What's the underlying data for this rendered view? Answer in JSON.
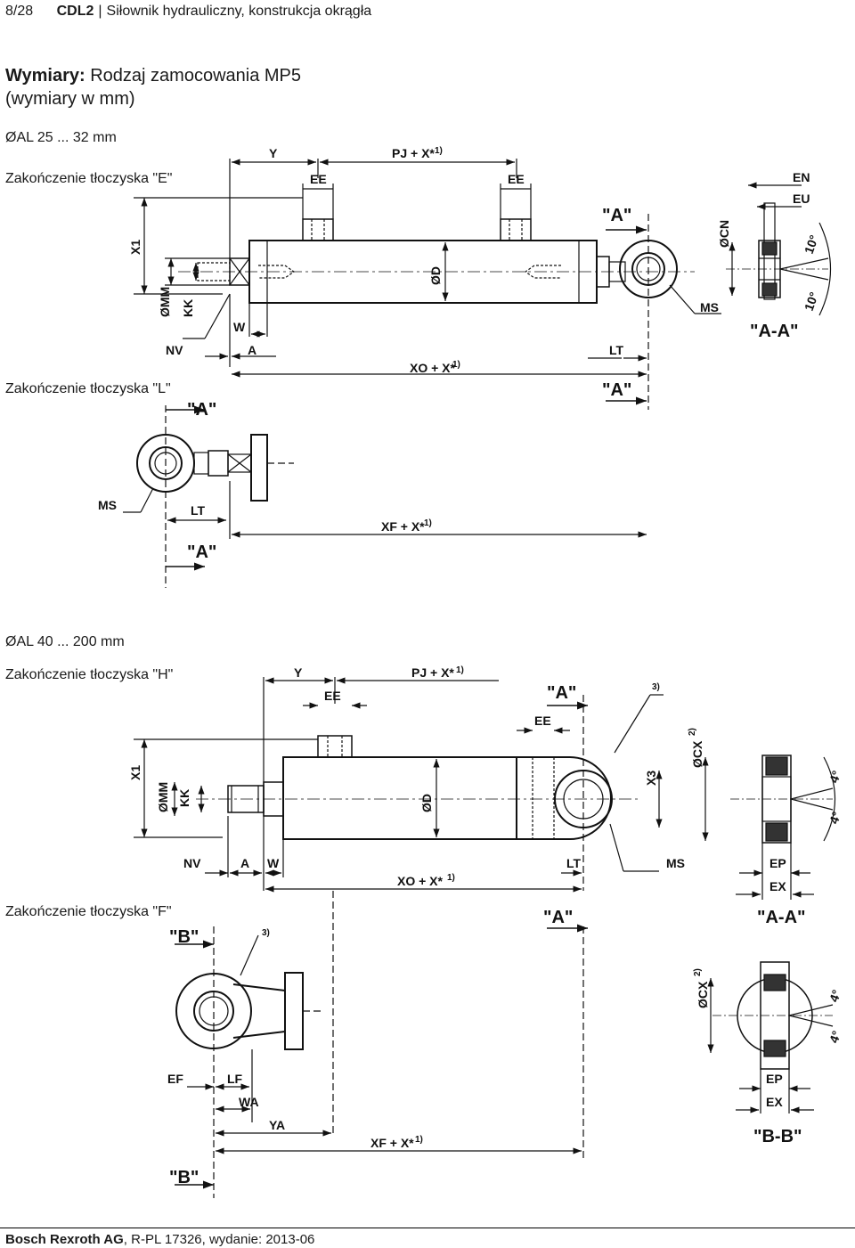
{
  "header": {
    "page": "8/28",
    "product": "CDL2",
    "subtitle": "Siłownik hydrauliczny, konstrukcja okrągła"
  },
  "title": {
    "bold": "Wymiary:",
    "rest": "Rodzaj zamocowania MP5",
    "line2": "(wymiary w mm)"
  },
  "section1": {
    "range": "ØAL 25 ... 32 mm",
    "caption_e": "Zakończenie tłoczyska \"E\"",
    "caption_l": "Zakończenie tłoczyska \"L\"",
    "dims": {
      "y": "Y",
      "pj": "PJ + X*",
      "note1": "1)",
      "ee1": "EE",
      "ee2": "EE",
      "a_ref": "\"A\"",
      "x1": "X1",
      "mm": "ØMM",
      "kk": "KK",
      "d": "ØD",
      "w": "W",
      "nv": "NV",
      "a": "A",
      "xo": "XO + X*",
      "lt": "LT",
      "ms": "MS",
      "cn": "ØCN",
      "en": "EN",
      "eu": "EU",
      "deg10a": "10°",
      "deg10b": "10°",
      "aa": "\"A-A\"",
      "xf": "XF + X*",
      "lt2": "LT",
      "ms2": "MS"
    }
  },
  "section2": {
    "range": "ØAL 40 ... 200 mm",
    "caption_h": "Zakończenie tłoczyska \"H\"",
    "caption_f": "Zakończenie tłoczyska \"F\"",
    "dims": {
      "y": "Y",
      "pj": "PJ + X*",
      "note1": "1)",
      "ee1": "EE",
      "ee2": "EE",
      "a_ref": "\"A\"",
      "note3": "3)",
      "x1": "X1",
      "mm": "ØMM",
      "kk": "KK",
      "d": "ØD",
      "x3": "X3",
      "cx": "ØCX",
      "note2": "2)",
      "deg4a": "4°",
      "deg4b": "4°",
      "nv": "NV",
      "a": "A",
      "w": "W",
      "lt": "LT",
      "ms": "MS",
      "ep": "EP",
      "ex": "EX",
      "xo": "XO + X*",
      "aa": "\"A-A\"",
      "b_ref": "\"B\"",
      "ef": "EF",
      "lf": "LF",
      "wa": "WA",
      "ya": "YA",
      "xf": "XF + X*",
      "bb": "\"B-B\""
    }
  },
  "footer": {
    "company": "Bosch Rexroth AG",
    "doc": ", R-PL 17326, wydanie: 2013-06"
  }
}
